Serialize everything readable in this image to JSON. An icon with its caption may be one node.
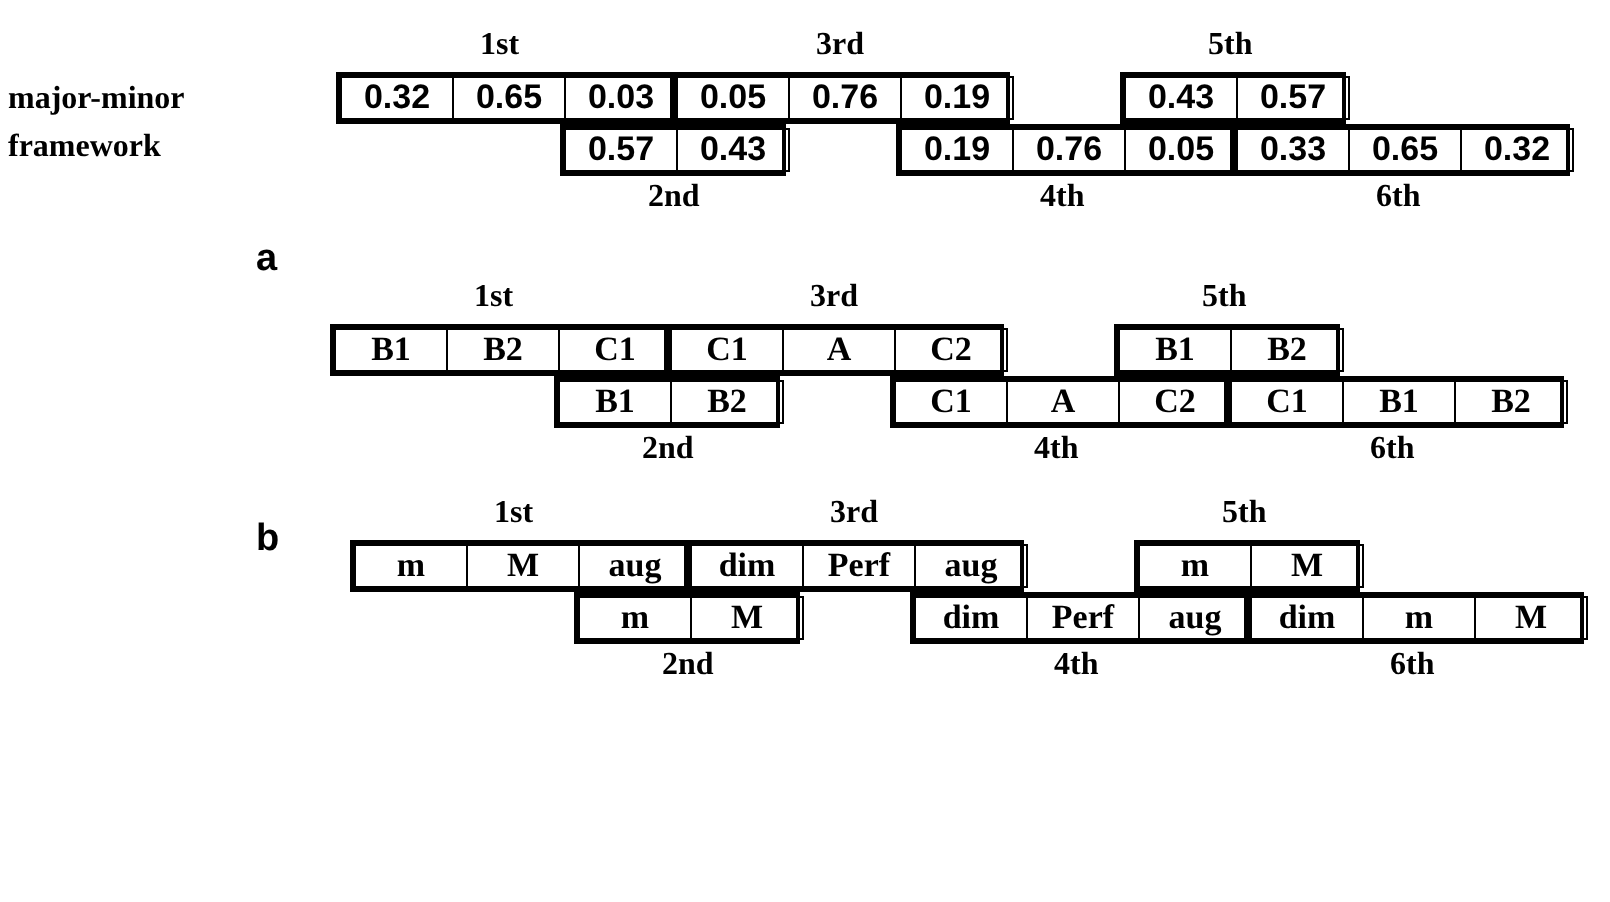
{
  "diagram": {
    "nodes": [
      {
        "text": [
          "1st"
        ]
      },
      {
        "text": [
          "0.32"
        ],
        "in": 0
      },
      {
        "text": [
          "0.65"
        ],
        "in": 0
      },
      {
        "text": [
          "0.03"
        ],
        "in": 0
      },
      {
        "text": [
          "3rd"
        ]
      },
      {
        "text": [
          "0.05"
        ],
        "in": 4
      },
      {
        "text": [
          "0.76"
        ],
        "in": 4
      },
      {
        "text": [
          "0.19"
        ],
        "in": 4
      },
      {
        "text": [
          "5th"
        ]
      },
      {
        "text": [
          "0.43"
        ],
        "in": 8
      },
      {
        "text": [
          "0.57"
        ],
        "in": 8
      },
      {
        "text": [
          "2nd"
        ]
      },
      {
        "text": [
          "0.57"
        ],
        "in": 11
      },
      {
        "text": [
          "0.43"
        ],
        "in": 11
      },
      {
        "text": [
          "4th"
        ]
      },
      {
        "text": [
          "0.19"
        ],
        "in": 14
      },
      {
        "text": [
          "0.76"
        ],
        "in": 14
      },
      {
        "text": [
          "0.05"
        ],
        "in": 14
      },
      {
        "text": [
          "6th"
        ]
      },
      {
        "text": [
          "0.33"
        ],
        "in": 18
      },
      {
        "text": [
          "0.65"
        ],
        "in": 18
      },
      {
        "text": [
          "0.32"
        ],
        "in": 18
      },
      {
        "text": [
          "1st"
        ]
      },
      {
        "text": [
          "B1"
        ],
        "in": 22
      },
      {
        "text": [
          "B2"
        ],
        "in": 22
      },
      {
        "text": [
          "C1"
        ],
        "in": 22
      },
      {
        "text": [
          "3rd"
        ]
      },
      {
        "text": [
          "C1"
        ],
        "in": 26
      },
      {
        "text": [
          "A"
        ],
        "in": 26
      },
      {
        "text": [
          "C2"
        ],
        "in": 26
      },
      {
        "text": [
          "5th"
        ]
      },
      {
        "text": [
          "B1"
        ],
        "in": 30
      },
      {
        "text": [
          "B2"
        ],
        "in": 30
      },
      {
        "text": [
          "2nd"
        ]
      },
      {
        "text": [
          "B1"
        ],
        "in": 33
      },
      {
        "text": [
          "B2"
        ],
        "in": 33
      },
      {
        "text": [
          "4th"
        ]
      },
      {
        "text": [
          "C1"
        ],
        "in": 36
      },
      {
        "text": [
          "A"
        ],
        "in": 36
      },
      {
        "text": [
          "C2"
        ],
        "in": 36
      },
      {
        "text": [
          "6th"
        ]
      },
      {
        "text": [
          "C1"
        ],
        "in": 40
      },
      {
        "text": [
          "B1"
        ],
        "in": 40
      },
      {
        "text": [
          "B2"
        ],
        "in": 40
      },
      {
        "text": [
          "1st"
        ]
      },
      {
        "text": [
          "m"
        ],
        "in": 44
      },
      {
        "text": [
          "M"
        ],
        "in": 44
      },
      {
        "text": [
          "aug"
        ],
        "in": 44
      },
      {
        "text": [
          "3rd"
        ]
      },
      {
        "text": [
          "dim"
        ],
        "in": 48
      },
      {
        "text": [
          "Perf"
        ],
        "in": 48
      },
      {
        "text": [
          "aug"
        ],
        "in": 48
      },
      {
        "text": [
          "5th"
        ]
      },
      {
        "text": [
          "m"
        ],
        "in": 52
      },
      {
        "text": [
          "M"
        ],
        "in": 52
      },
      {
        "text": [
          "2nd"
        ]
      },
      {
        "text": [
          "m"
        ],
        "in": 55
      },
      {
        "text": [
          "M"
        ],
        "in": 55
      },
      {
        "text": [
          "4th"
        ]
      },
      {
        "text": [
          "dim"
        ],
        "in": 58
      },
      {
        "text": [
          "Perf"
        ],
        "in": 58
      },
      {
        "text": [
          "aug"
        ],
        "in": 58
      },
      {
        "text": [
          "6th"
        ]
      },
      {
        "text": [
          "dim"
        ],
        "in": 62
      },
      {
        "text": [
          "m"
        ],
        "in": 62
      },
      {
        "text": [
          "M"
        ],
        "in": 62
      }
    ],
    "labels": [
      "major-minor framework",
      "a",
      "b"
    ]
  }
}
